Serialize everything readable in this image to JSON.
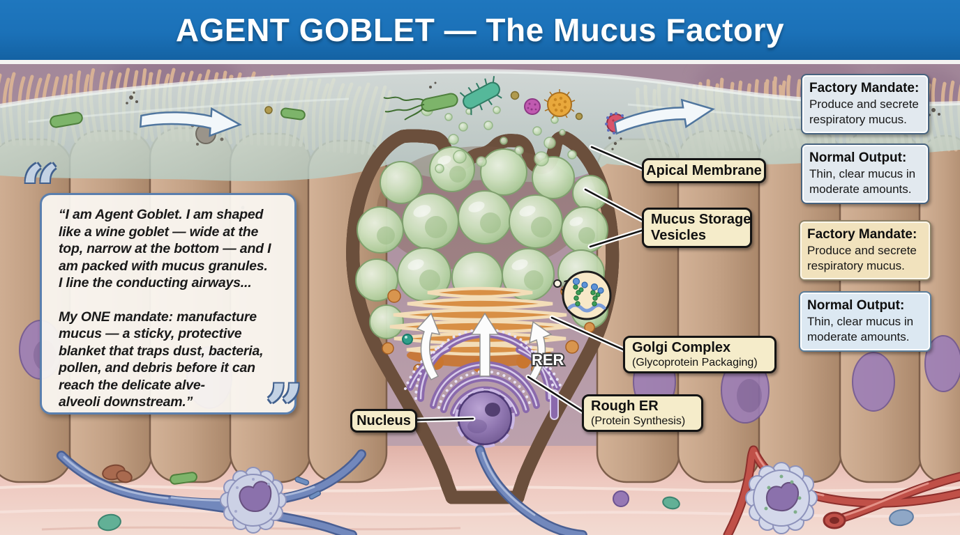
{
  "header": {
    "title": "AGENT GOBLET — The Mucus Factory"
  },
  "quote": {
    "open_mark": "“",
    "close_mark": "”",
    "para1_lines": [
      "“I am Agent Goblet. I am shaped",
      "like a wine goblet — wide at the",
      "top, narrow at the bottom — and I",
      "am packed with mucus granules.",
      "I line the conducting airways..."
    ],
    "para2_lines": [
      "My ONE mandate: manufacture",
      "mucus — a sticky, protective",
      "blanket that traps dust, bacteria,",
      "pollen, and debris before it can",
      "reach the delicate alve-",
      "alveoli downstream.”"
    ]
  },
  "info_boxes": [
    {
      "title": "Factory Mandate:",
      "lines": [
        "Produce and secrete",
        "respiratory mucus."
      ]
    },
    {
      "title": "Normal Output:",
      "lines": [
        "Thin, clear mucus in",
        "moderate amounts."
      ]
    },
    {
      "title": "Factory Mandate:",
      "lines": [
        "Produce and secrete",
        "respiratory mucus."
      ]
    },
    {
      "title": "Normal Output:",
      "lines": [
        "Thin, clear mucus in",
        "moderate amounts."
      ]
    }
  ],
  "callouts": {
    "apical_membrane": "Apical Membrane",
    "mucus_storage_line1": "Mucus Storage",
    "mucus_storage_line2": "Vesicles",
    "golgi_title": "Golgi Complex",
    "golgi_subtitle": "(Glycoprotein Packaging)",
    "rough_er_title": "Rough ER",
    "rough_er_subtitle": "(Protein Synthesis)",
    "nucleus": "Nucleus",
    "rer": "RER"
  },
  "colors": {
    "header_blue": "#1b71b8",
    "label_cream": "#f5ecca",
    "info_blue": "#e2e9ef",
    "info_cream": "#f1e2bd",
    "vesicle_green": "#b2d1a0",
    "golgi_orange": "#d88f45",
    "nucleus_purple": "#8f76b0",
    "cell_tan": "#c2a084",
    "mucus_teal": "#c9dad3",
    "tissue_pink": "#ecc8bf"
  }
}
